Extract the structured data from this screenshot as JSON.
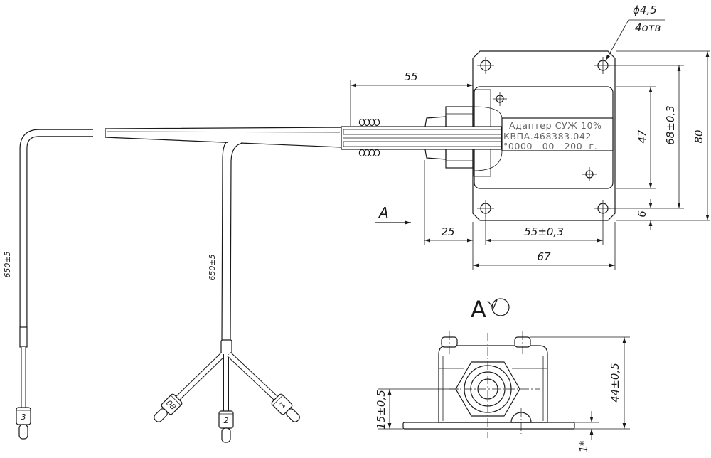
{
  "dimensions": {
    "hole_dia": "ϕ4,5",
    "hole_count": "4отв",
    "cable_exit": "55",
    "inner_height": "47",
    "hole_spacing_v": "68±0,3",
    "plate_height": "80",
    "edge_offset": "6",
    "gland_offset": "25",
    "hole_spacing_h": "55±0,3",
    "plate_width": "67",
    "body_height": "44±0,5",
    "axis_height": "15±0,5",
    "base_thickness": "1*",
    "cable_len_left": "650±5",
    "cable_len_branch": "650±5"
  },
  "views": {
    "arrow_label": "A",
    "view_label": "А"
  },
  "nameplate": {
    "line1": "Адаптер СУЖ 10%",
    "line2": "КВПА.468383.042",
    "line3": "°0000   00   200  г."
  },
  "connectors": {
    "left": "3",
    "branch_left": "08",
    "branch_middle": "2",
    "branch_right": "1"
  },
  "colors": {
    "ink": "#1a1a1a",
    "paper": "#ffffff",
    "nameplate_text": "#666666"
  }
}
